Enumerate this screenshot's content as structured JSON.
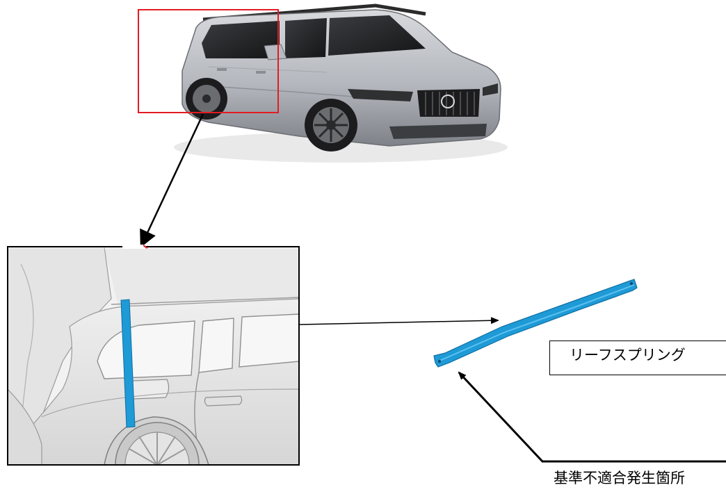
{
  "labels": {
    "part_name": "リーフスプリング",
    "defect_location": "基準不適合発生箇所"
  },
  "colors": {
    "highlight_box": "#e31b23",
    "part_blue": "#1e9ad6",
    "car_body": "#b9bcc2",
    "detail_body": "#e6e6e6",
    "arrow": "#000000"
  },
  "icons": {
    "car": "car-photo",
    "detail": "rear-quarter-line-drawing",
    "part": "leaf-spring-part"
  }
}
